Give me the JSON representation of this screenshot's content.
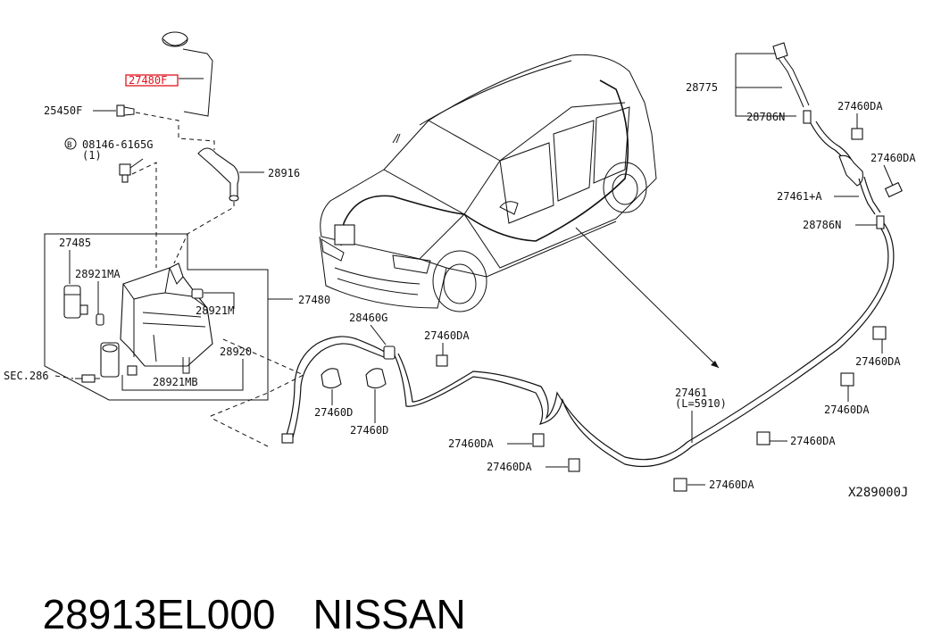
{
  "labels": {
    "cap_filler": "27480F",
    "bolt_25450f": "25450F",
    "bolt_08146": "08146-6165G",
    "bolt_qty": "(1)",
    "hose_28916": "28916",
    "pump_27485": "27485",
    "seal_28921ma": "28921MA",
    "tank_27480": "27480",
    "cap_28921m": "28921M",
    "pump_28920": "28920",
    "seal_28921mb": "28921MB",
    "sec_286": "SEC.286",
    "connector_28460g": "28460G",
    "clip_27460da_1": "27460DA",
    "clip_27460d_1": "27460D",
    "clip_27460d_2": "27460D",
    "clip_27460da_2": "27460DA",
    "clip_27460da_3": "27460DA",
    "hose_27461": "27461",
    "hose_length": "(L=5910)",
    "clip_27460da_4": "27460DA",
    "clip_27460da_5": "27460DA",
    "nozzle_28775": "28775",
    "check_28786n_1": "28786N",
    "clip_27460da_6": "27460DA",
    "clip_27460da_7": "27460DA",
    "hose_27461a": "27461+A",
    "check_28786n_2": "28786N",
    "clip_27460da_8": "27460DA",
    "clip_27460da_9": "27460DA",
    "diagram_code": "X289000J"
  },
  "footer": {
    "part_number": "28913EL000",
    "brand": "NISSAN"
  },
  "colors": {
    "highlight_box": "#e0141e",
    "line": "#111111"
  }
}
